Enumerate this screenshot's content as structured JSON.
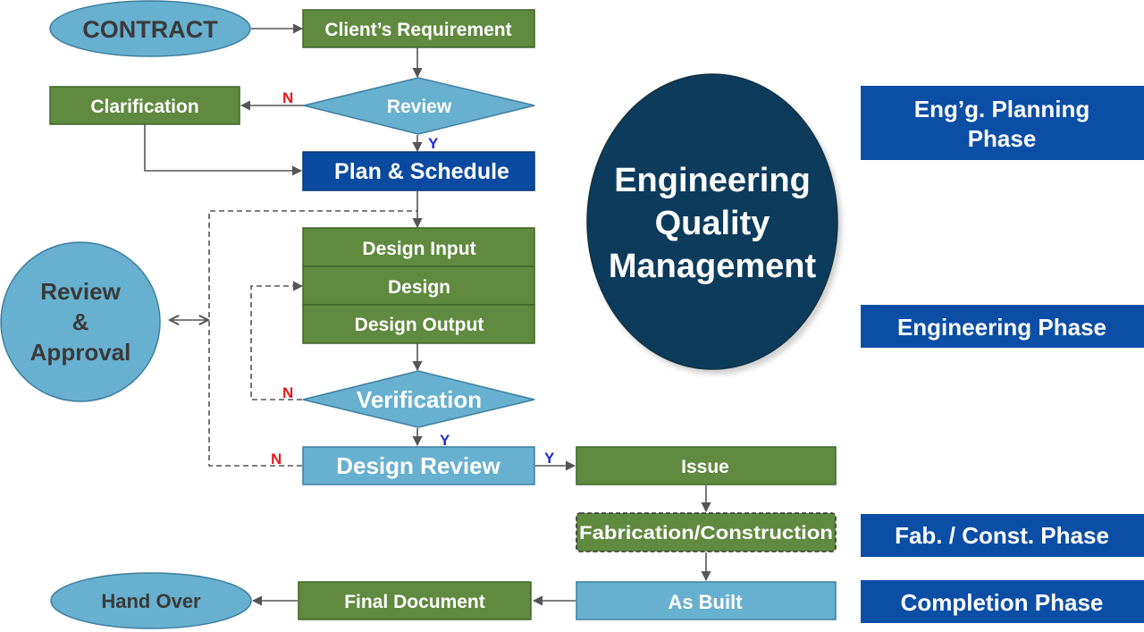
{
  "colors": {
    "green": "#5f8a3f",
    "green_border": "#3f6428",
    "light_blue": "#68b0cf",
    "light_blue_border": "#3e7fa0",
    "dark_blue": "#0a4aa0",
    "navy_ellipse": "#0d3b5c",
    "phase_blue": "#0b4ea6",
    "flag_red": "#e8181a",
    "flag_blue": "#1a2bd6",
    "line_gray": "#555555"
  },
  "nodes": {
    "contract": "CONTRACT",
    "clients_requirement": "Client’s Requirement",
    "clarification": "Clarification",
    "review": "Review",
    "plan_schedule": "Plan & Schedule",
    "design_input": "Design Input",
    "design": "Design",
    "design_output": "Design Output",
    "verification": "Verification",
    "design_review": "Design Review",
    "issue": "Issue",
    "fabrication_construction": "Fabrication/Construction",
    "as_built": "As Built",
    "final_document": "Final Document",
    "hand_over": "Hand Over",
    "review_approval": [
      "Review",
      "&",
      "Approval"
    ],
    "title": [
      "Engineering",
      "Quality",
      "Management"
    ]
  },
  "flags": {
    "review_no": "N",
    "review_yes": "Y",
    "verification_no": "N",
    "verification_yes": "Y",
    "design_review_no": "N",
    "design_review_yes": "Y"
  },
  "phases": {
    "planning": [
      "Eng’g. Planning",
      "Phase"
    ],
    "engineering": "Engineering Phase",
    "fab_const": "Fab. / Const. Phase",
    "completion": "Completion Phase"
  }
}
